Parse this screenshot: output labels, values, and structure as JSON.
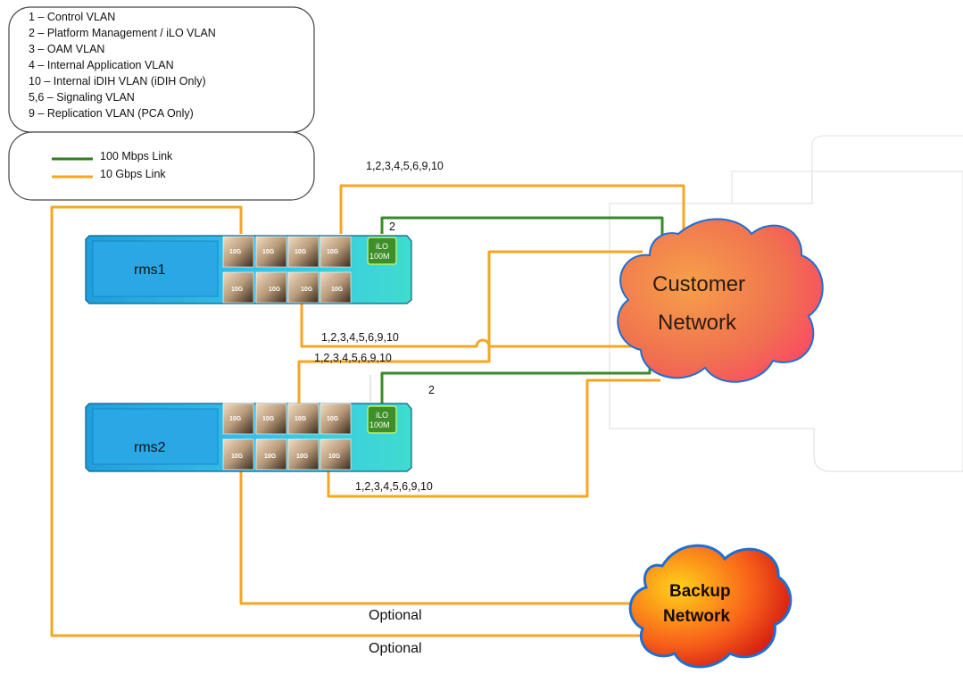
{
  "legend": {
    "vlans": [
      "1 – Control VLAN",
      "2 – Platform Management / iLO VLAN",
      "3 – OAM VLAN",
      "4 – Internal Application VLAN",
      "10 – Internal iDIH VLAN (iDIH Only)",
      "5,6 – Signaling VLAN",
      "9 – Replication VLAN (PCA Only)"
    ],
    "links": [
      {
        "label": "100 Mbps Link",
        "color": "#2e7d1a"
      },
      {
        "label": "10 Gbps Link",
        "color": "#f5a623"
      }
    ]
  },
  "servers": [
    {
      "name": "rms1",
      "ilo_lines": [
        "iLO",
        "100M"
      ]
    },
    {
      "name": "rms2",
      "ilo_lines": [
        "iLO",
        "100M"
      ]
    }
  ],
  "port_label": "10G",
  "clouds": {
    "customer": [
      "Customer",
      "Network"
    ],
    "backup": [
      "Backup",
      "Network"
    ]
  },
  "link_labels": {
    "top_vlans": "1,2,3,4,5,6,9,10",
    "ilo1_vlan": "2",
    "mid1_vlans": "1,2,3,4,5,6,9,10",
    "mid2_vlans": "1,2,3,4,5,6,9,10",
    "ilo2_vlan": "2",
    "bottom_vlans": "1,2,3,4,5,6,9,10",
    "optional_1": "Optional",
    "optional_2": "Optional"
  },
  "colors": {
    "orange_link": "#f5a623",
    "green_link": "#2e7d1a",
    "server_blue": "#29b5e8",
    "server_cyan": "#3fd6cf",
    "customer_cloud": "#f06a4a",
    "backup_cloud": "#f23b1a",
    "cloud_outline": "#1f6fd1"
  }
}
